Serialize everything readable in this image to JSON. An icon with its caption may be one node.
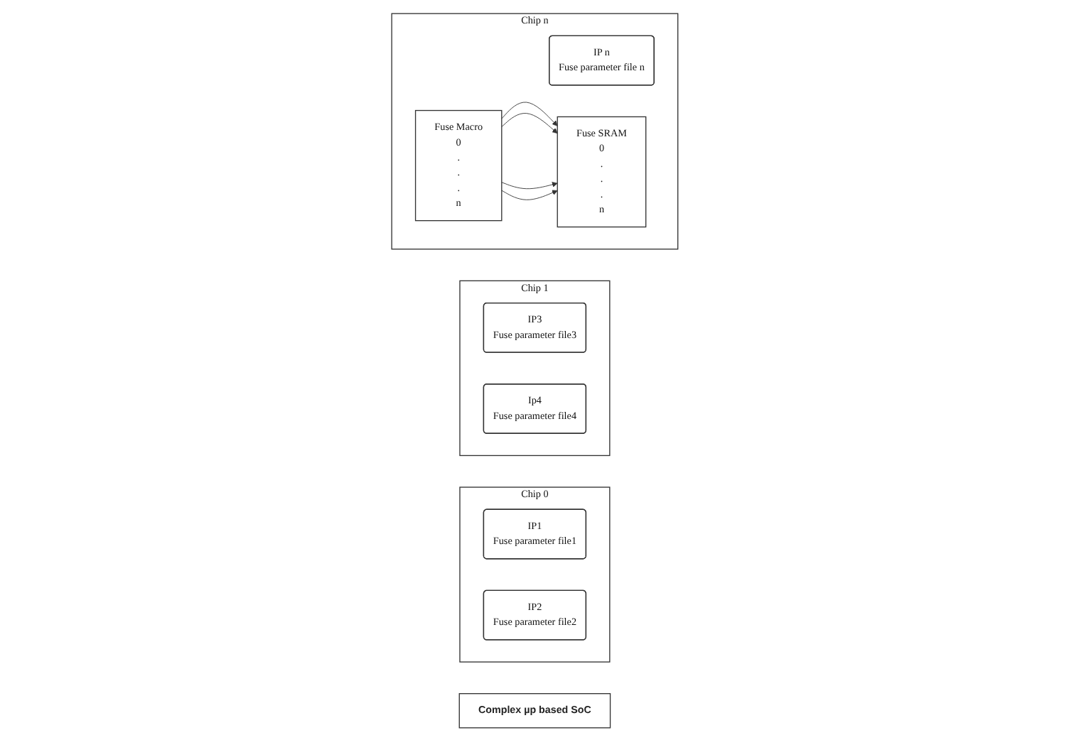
{
  "diagram": {
    "nodes": [
      {
        "text": [
          "Chip 0"
        ]
      },
      {
        "text": [
          "IP1",
          "Fuse parameter file1"
        ],
        "in": 0
      },
      {
        "text": [
          "IP2",
          "Fuse parameter file2"
        ],
        "in": 0
      },
      {
        "text": [
          "Chip 1"
        ]
      },
      {
        "text": [
          "IP3",
          "Fuse parameter file3"
        ],
        "in": 3
      },
      {
        "text": [
          "Ip4",
          "Fuse parameter file4"
        ],
        "in": 3
      },
      {
        "text": [
          "Chip n"
        ]
      },
      {
        "text": [
          "IP n",
          "Fuse parameter file n"
        ],
        "in": 6
      },
      {
        "text": [
          "Fuse Macro",
          "0",
          ".",
          ".",
          ".",
          "n"
        ],
        "in": 6
      },
      {
        "text": [
          "Fuse SRAM",
          "0",
          ".",
          ".",
          ".",
          "n"
        ],
        "in": 6
      },
      {
        "text": [
          "Complex µp based SoC"
        ]
      }
    ],
    "edges": [
      {
        "from": 8,
        "to": 9,
        "arrow": "to"
      },
      {
        "from": 8,
        "to": 9,
        "arrow": "to"
      },
      {
        "from": 8,
        "to": 9,
        "arrow": "to"
      },
      {
        "from": 8,
        "to": 9,
        "arrow": "to"
      }
    ]
  }
}
